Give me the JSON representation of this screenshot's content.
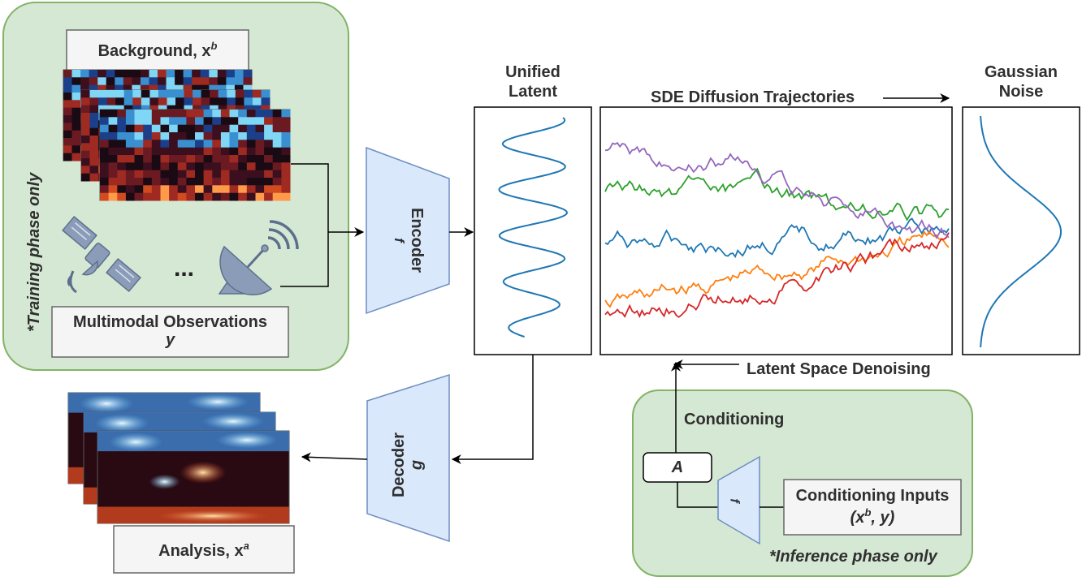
{
  "training": {
    "background_label": "Background, x",
    "background_sup": "b",
    "ellipsis": "...",
    "multimodal_label": "Multimodal Observations",
    "multimodal_var": "y",
    "phase_note": "*Training phase only"
  },
  "encoder": {
    "label": "Encoder",
    "symbol": "f"
  },
  "decoder": {
    "label": "Decoder",
    "symbol": "g"
  },
  "unified_latent": {
    "line1": "Unified",
    "line2": "Latent"
  },
  "diffusion": {
    "title": "SDE Diffusion Trajectories",
    "colors": [
      "#1f77b4",
      "#ff7f0e",
      "#2ca02c",
      "#d62728",
      "#9467bd"
    ]
  },
  "gaussian": {
    "line1": "Gaussian",
    "line2": "Noise"
  },
  "denoising_label": "Latent Space Denoising",
  "inference": {
    "conditioning_label": "Conditioning",
    "operator": "A",
    "encoder_symbol": "f",
    "inputs_label": "Conditioning Inputs",
    "inputs_open": "(x",
    "inputs_sup": "b",
    "inputs_close": ", y)",
    "phase_note": "*Inference phase only"
  },
  "analysis": {
    "label": "Analysis, x",
    "sup": "a"
  },
  "colors": {
    "panel_fill": "#d5e8d4",
    "panel_stroke": "#82b366",
    "trapezoid_fill": "#dae8fc",
    "trapezoid_stroke": "#6c8ebf",
    "curve": "#1f77b4",
    "icon": "#8a9cb8"
  }
}
